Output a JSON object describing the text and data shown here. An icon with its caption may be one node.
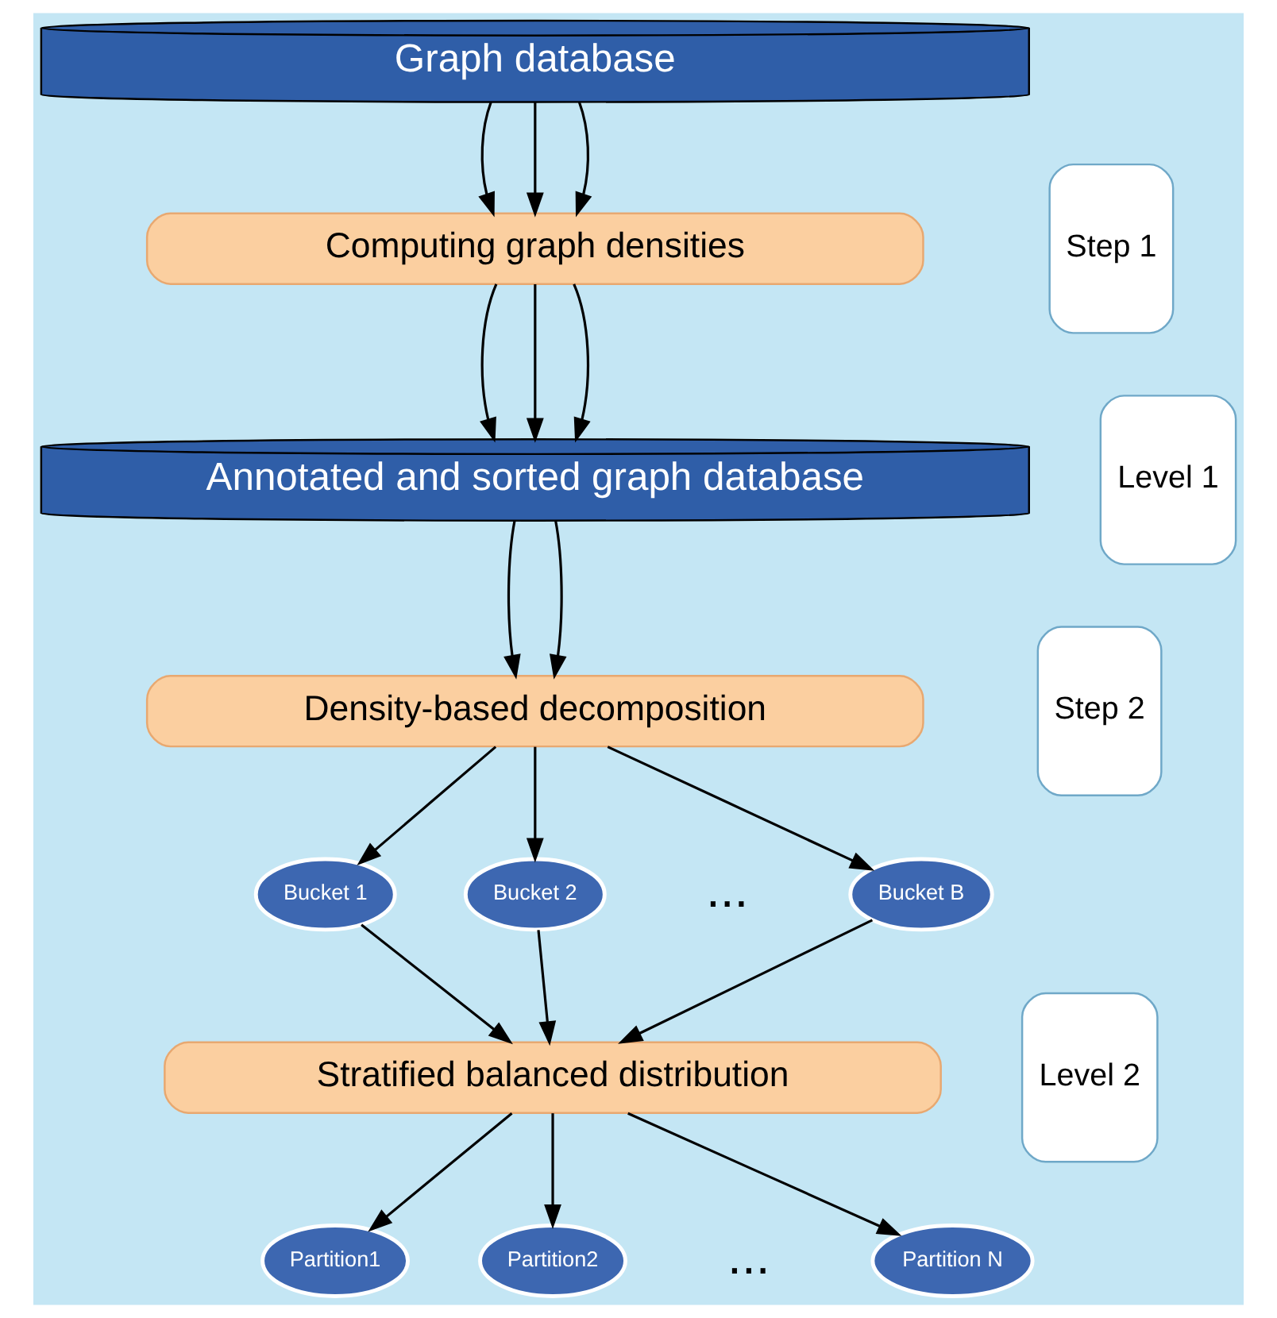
{
  "diagram": {
    "nodes": [
      {
        "text": [
          "Graph database"
        ]
      },
      {
        "text": [
          "Computing graph densities"
        ]
      },
      {
        "text": [
          "Annotated and sorted graph database"
        ]
      },
      {
        "text": [
          "Density-based decomposition"
        ]
      },
      {
        "text": [
          "Bucket 1"
        ]
      },
      {
        "text": [
          "Bucket 2"
        ]
      },
      {
        "text": [
          "Bucket B"
        ]
      },
      {
        "text": [
          "Stratified balanced distribution"
        ]
      },
      {
        "text": [
          "Partition1"
        ]
      },
      {
        "text": [
          "Partition2"
        ]
      },
      {
        "text": [
          "Partition N"
        ]
      },
      {
        "text": [
          "Step 1"
        ]
      },
      {
        "text": [
          "Level 1"
        ]
      },
      {
        "text": [
          "Step 2"
        ]
      },
      {
        "text": [
          "Level 2"
        ]
      }
    ],
    "edges": [
      {
        "from": 0,
        "to": 1,
        "arrow": "to"
      },
      {
        "from": 0,
        "to": 1,
        "arrow": "to"
      },
      {
        "from": 0,
        "to": 1,
        "arrow": "to"
      },
      {
        "from": 1,
        "to": 2,
        "arrow": "to"
      },
      {
        "from": 1,
        "to": 2,
        "arrow": "to"
      },
      {
        "from": 1,
        "to": 2,
        "arrow": "to"
      },
      {
        "from": 2,
        "to": 3,
        "arrow": "to"
      },
      {
        "from": 2,
        "to": 3,
        "arrow": "to"
      },
      {
        "from": 3,
        "to": 4,
        "arrow": "to"
      },
      {
        "from": 3,
        "to": 5,
        "arrow": "to"
      },
      {
        "from": 3,
        "to": 6,
        "arrow": "to"
      },
      {
        "from": 4,
        "to": 7,
        "arrow": "to"
      },
      {
        "from": 5,
        "to": 7,
        "arrow": "to"
      },
      {
        "from": 6,
        "to": 7,
        "arrow": "to"
      },
      {
        "from": 7,
        "to": 8,
        "arrow": "to"
      },
      {
        "from": 7,
        "to": 9,
        "arrow": "to"
      },
      {
        "from": 7,
        "to": 10,
        "arrow": "to"
      }
    ],
    "labels": [
      "...",
      "..."
    ]
  }
}
